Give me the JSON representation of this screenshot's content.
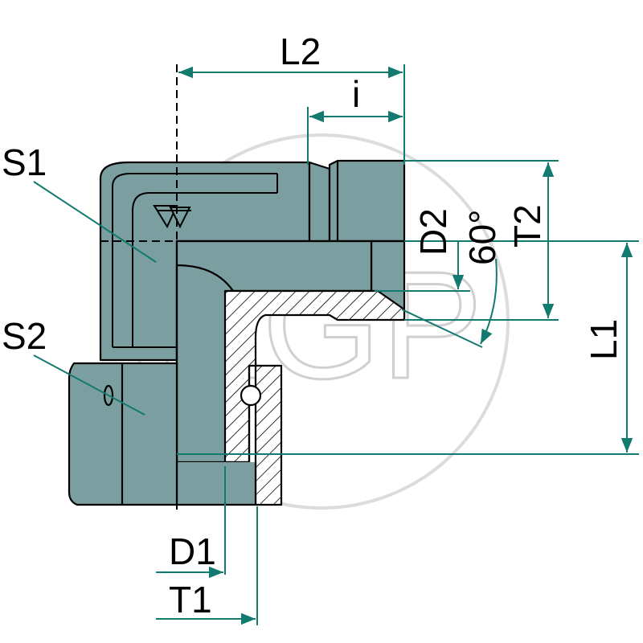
{
  "labels": {
    "L2": "L2",
    "i": "i",
    "S1": "S1",
    "S2": "S2",
    "D2": "D2",
    "angle": "60°",
    "T2": "T2",
    "L1": "L1",
    "D1": "D1",
    "T1": "T1"
  },
  "watermark": "AGP",
  "colors": {
    "body": "#7b9ea0",
    "dimension": "#137a6f",
    "outline": "#000000",
    "watermark": "#d9d9d9"
  },
  "icons": [
    "bite-type-fitting-symbol-icon"
  ]
}
